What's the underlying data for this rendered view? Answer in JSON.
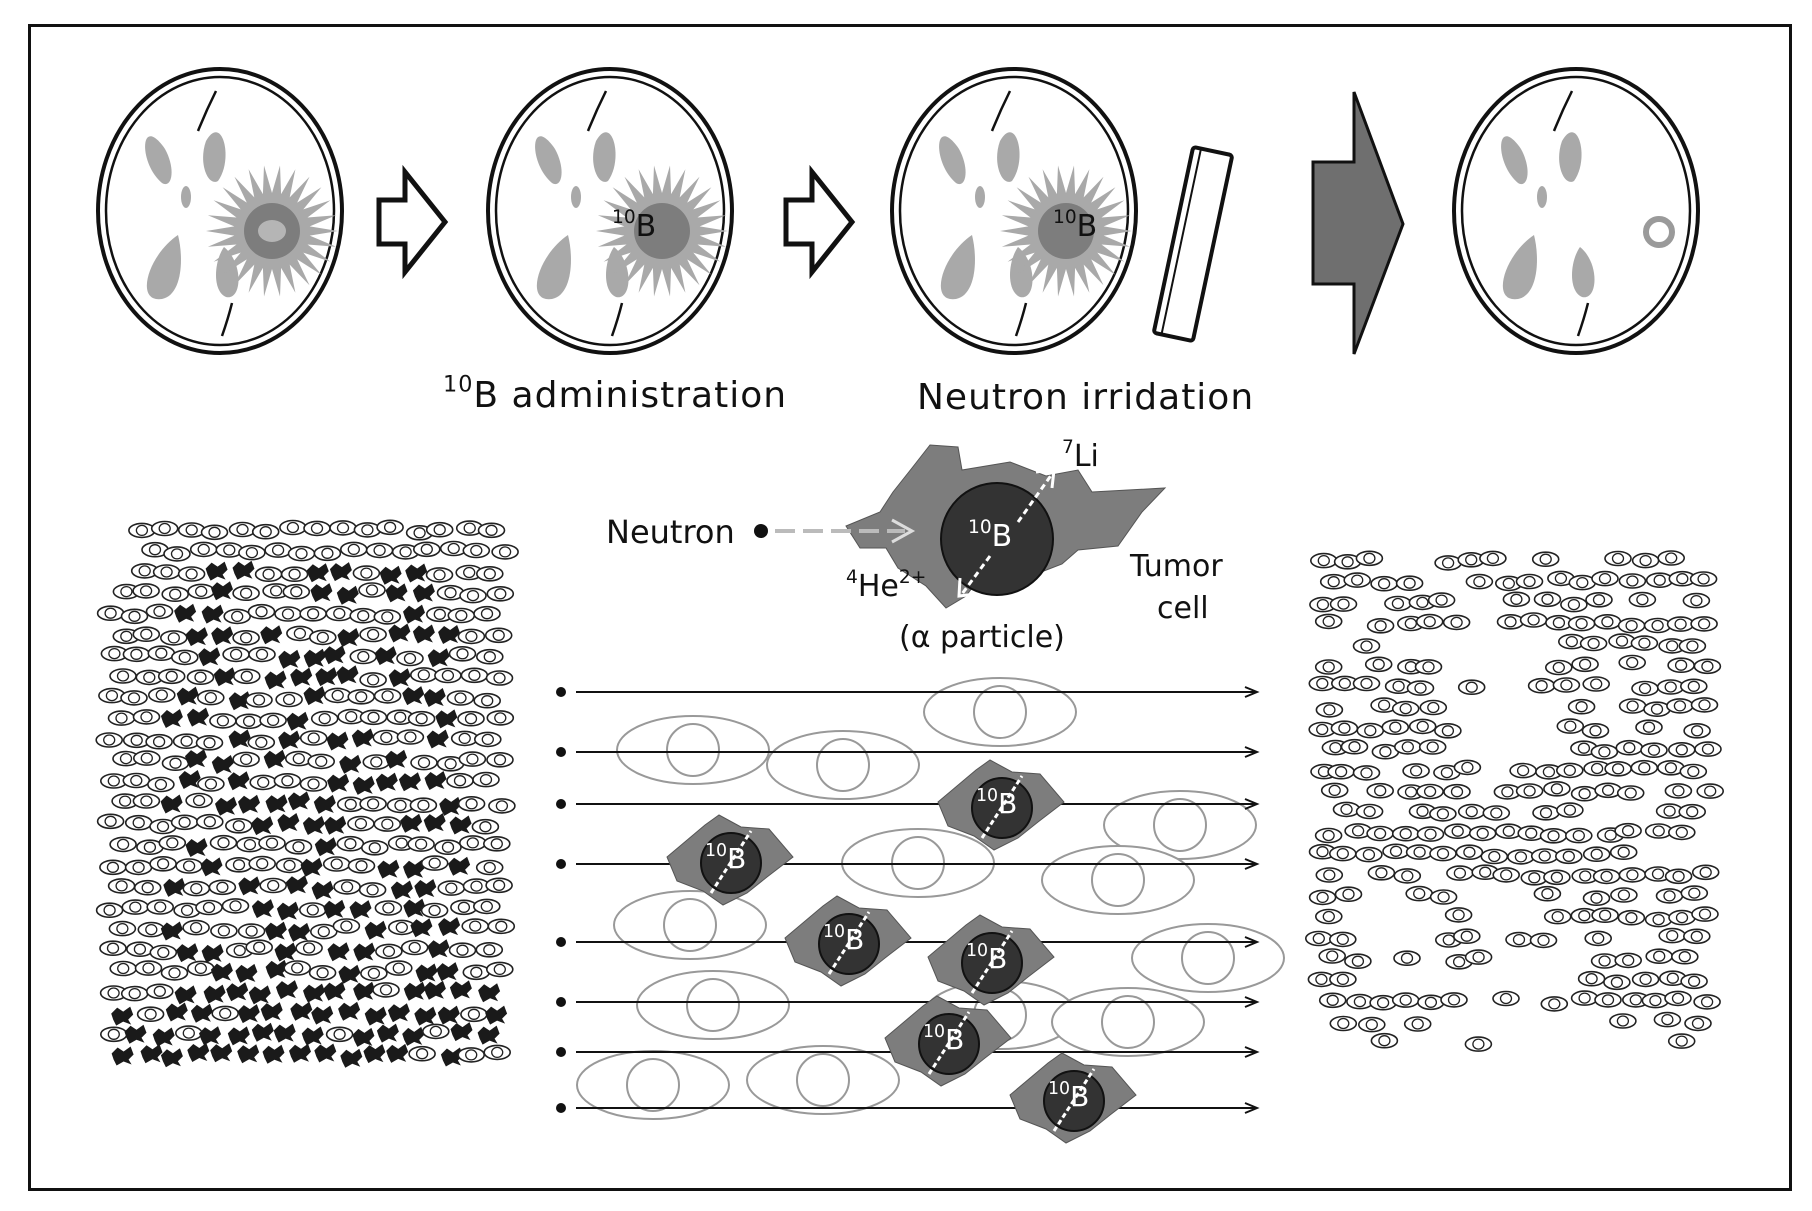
{
  "captions": {
    "administration": {
      "sup": "10",
      "text": "B administration"
    },
    "irradiation": "Neutron irridation"
  },
  "isotope": {
    "sup": "10",
    "base": "B"
  },
  "mechanism": {
    "neutron": "Neutron",
    "lithium": {
      "sup": "7",
      "base": "Li"
    },
    "helium": {
      "sup": "4",
      "base": "He",
      "charge": "2+"
    },
    "alpha": "(α particle)",
    "tumor_line1": "Tumor",
    "tumor_line2": "cell"
  },
  "colors": {
    "ink": "#111111",
    "tumor_gray": "#7d7d7d",
    "nucleus_dark": "#333333",
    "brain_gray": "#a9a9a9",
    "big_arrow": "#6f6f6f"
  }
}
